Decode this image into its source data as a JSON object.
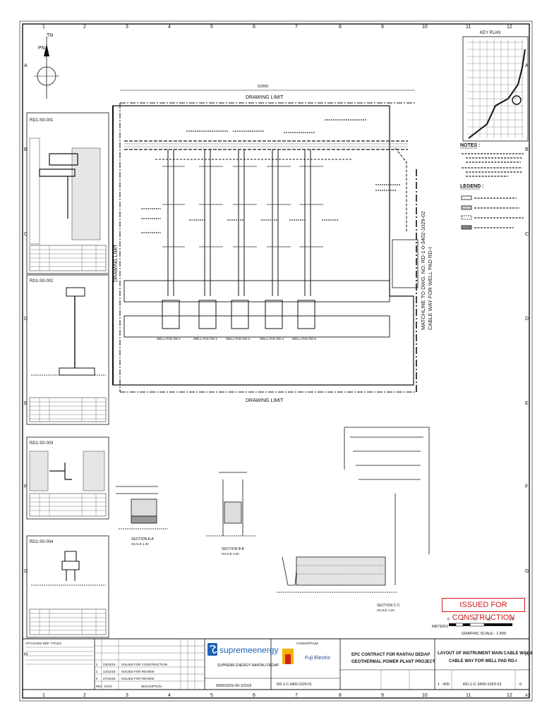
{
  "grid": {
    "columns": [
      "1",
      "2",
      "3",
      "4",
      "5",
      "6",
      "7",
      "8",
      "9",
      "10",
      "11",
      "12"
    ],
    "rows": [
      "A",
      "B",
      "C",
      "D",
      "E",
      "F",
      "G",
      "H"
    ]
  },
  "north": {
    "tn": "TN",
    "pn": "PN"
  },
  "key_plan": {
    "title": "KEY PLAN"
  },
  "notes": {
    "title": "NOTES :"
  },
  "legend": {
    "title": "LEGEND :"
  },
  "plan": {
    "drawing_limit_top": "DRAWING LIMIT",
    "drawing_limit_bottom": "DRAWING LIMIT",
    "drawing_limit_left": "DRAWING LIMIT",
    "matchline": "MATCHLINE TO DWG. NO. RD-1-0-3402-1029-02",
    "matchline_sub": "CABLE WAY FOR WELL PAD RD-I",
    "dimension": "52000",
    "wells": [
      "WELL PAD RD-1",
      "WELL PAD RD-2",
      "WELL PAD RD-3",
      "WELL PAD RD-4",
      "WELL PAD RD-5"
    ]
  },
  "sections": {
    "a": "SECTION A-A",
    "b": "SECTION B-B",
    "c": "SECTION C-C",
    "scale": "SCALE 1:20"
  },
  "stamp": "ISSUED FOR CONSTRUCTION",
  "scale_bar": {
    "label": "METERS",
    "ticks": [
      "0",
      "4",
      "8",
      "12",
      "20"
    ],
    "graphic": "GRAPHIC SCALE : 1:400"
  },
  "title_block": {
    "company": "supremeenergy",
    "company_full": "SUPREME ENERGY RANTAU DEDAP",
    "contract_no": "0000100S-00-10163",
    "consortium": "CONSORTIUM",
    "partner": "Fuji Electric",
    "project_l1": "EPC CONTRACT FOR RANTAU DEDAP",
    "project_l2": "GEOTHERMAL POWER PLANT PROJECT",
    "title_l1": "LAYOUT OF INSTRUMENT MAIN CABLE WAY &",
    "title_l2": "CABLE WAY FOR WELL PAD RD-I",
    "scale": "1 : 400",
    "drawing_no": "RD-1-C-3400-1029-01",
    "rev": "0",
    "size": "A3",
    "revisions": [
      {
        "rev": "2",
        "date": "03/03/19",
        "desc": "ISSUED FOR CONSTRUCTION"
      },
      {
        "rev": "1",
        "date": "13/12/18",
        "desc": "ISSUED FOR REVIEW"
      },
      {
        "rev": "0",
        "date": "27/10/18",
        "desc": "ISSUED FOR REVIEW"
      }
    ],
    "headers": {
      "rev": "REV",
      "date": "DATE",
      "desc": "DESCRIPTION"
    },
    "attached": "ATTACHED REF. TITLES"
  },
  "details": [
    "RD1-S0-001",
    "RD1-S0-002",
    "RD1-S0-003",
    "RD1-S0-004"
  ]
}
